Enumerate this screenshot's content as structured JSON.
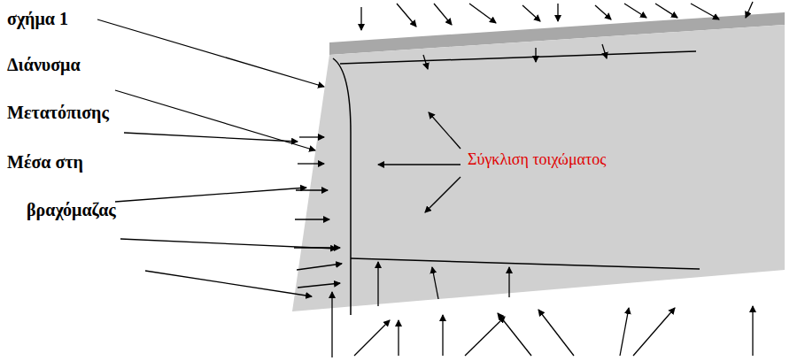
{
  "diagram": {
    "labels": [
      "σχήμα 1",
      "Διάνυσμα",
      "Μετατόπισης",
      "Μέσα στη",
      "βραχόμαζας",
      "Σύγκλιση τοιχώματος"
    ]
  }
}
